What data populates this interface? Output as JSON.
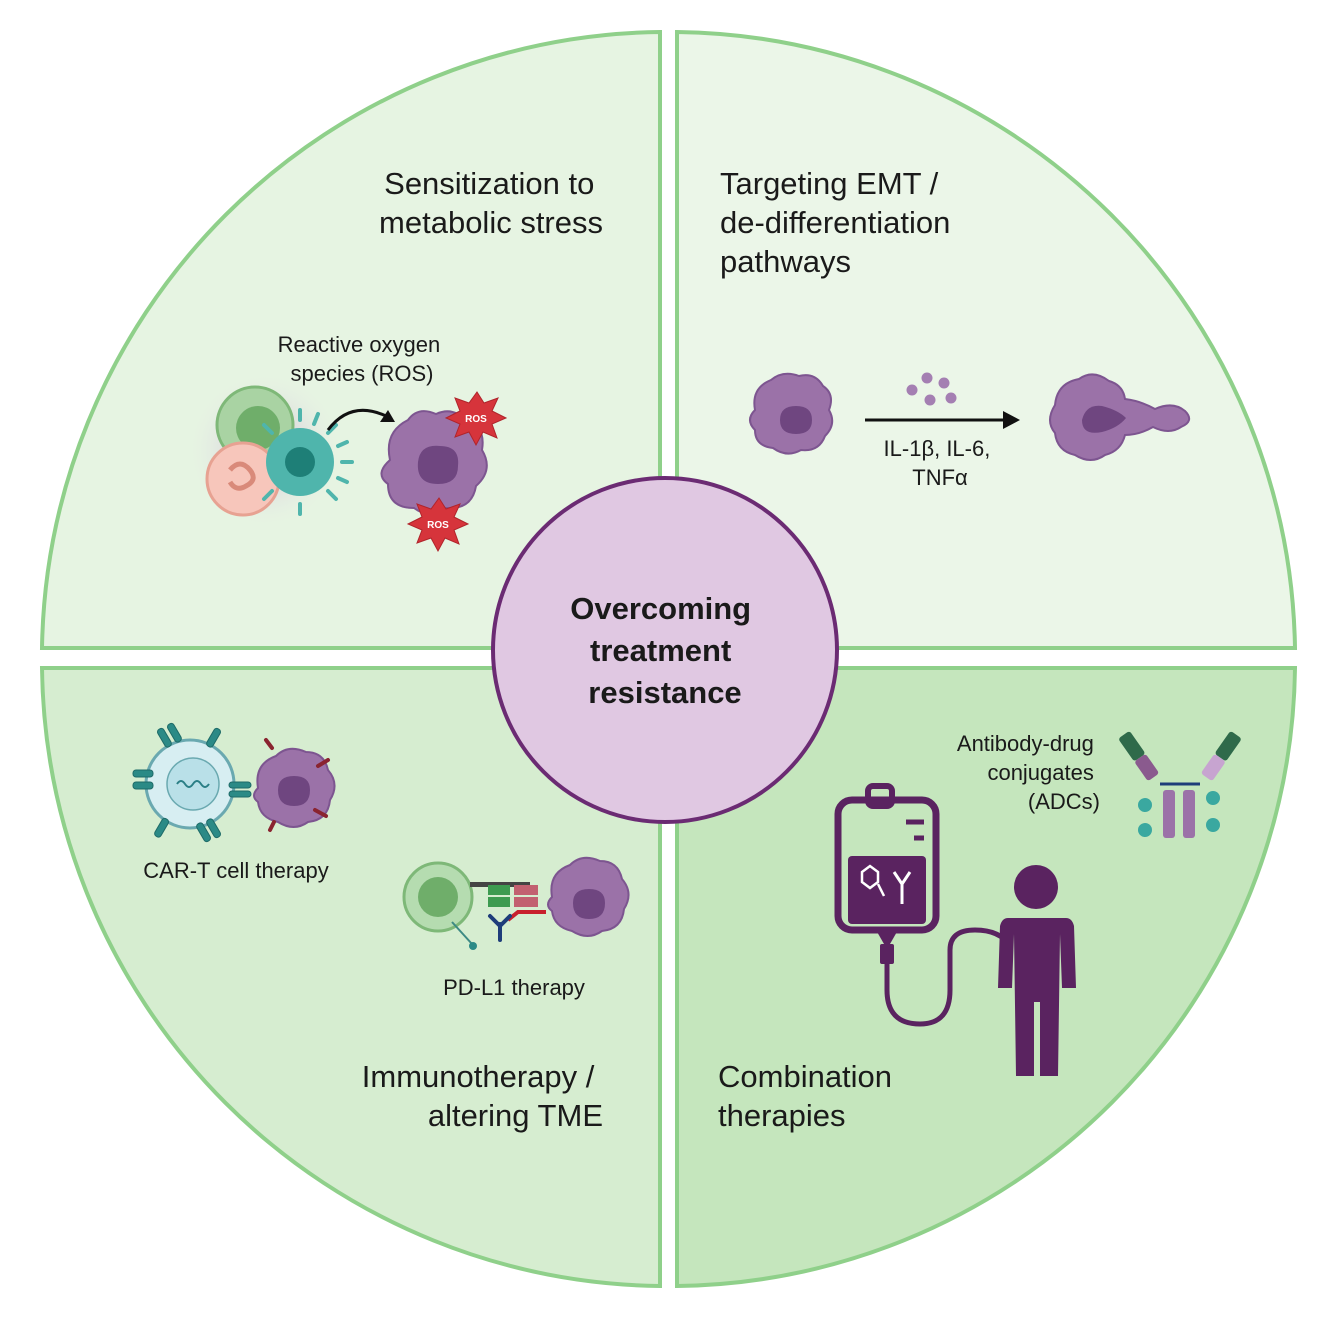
{
  "center": {
    "lines": [
      "Overcoming",
      "treatment",
      "resistance"
    ]
  },
  "quadrants": {
    "top_left": {
      "title_lines": [
        "Sensitization to",
        "metabolic stress"
      ],
      "caption_lines": [
        "Reactive oxygen",
        "species (ROS)"
      ],
      "burst_label": "ROS"
    },
    "top_right": {
      "title_lines": [
        "Targeting EMT /",
        "de-differentiation",
        "pathways"
      ],
      "arrow_label_lines": [
        "IL-1β, IL-6,",
        "TNFα"
      ]
    },
    "bottom_left": {
      "title_lines": [
        "Immunotherapy /",
        "altering TME"
      ],
      "car_t_label": "CAR-T cell therapy",
      "pd_l1_label": "PD-L1 therapy"
    },
    "bottom_right": {
      "title_lines": [
        "Combination",
        "therapies"
      ],
      "adc_label_lines": [
        "Antibody-drug",
        "conjugates",
        "(ADCs)"
      ]
    }
  },
  "colors": {
    "quadrant_fill_light": "#e8f5e4",
    "quadrant_fill_mid": "#d4ecce",
    "quadrant_fill_dark": "#c3e5bc",
    "quadrant_border": "#8fd08a",
    "center_fill": "#e0c8e2",
    "center_border": "#6b2b73",
    "tumor_cell": "#9b72a8",
    "tumor_nucleus": "#6f4680",
    "ros_burst": "#d6343b",
    "teal": "#3aa8a0",
    "iv_purple": "#5a2360"
  }
}
